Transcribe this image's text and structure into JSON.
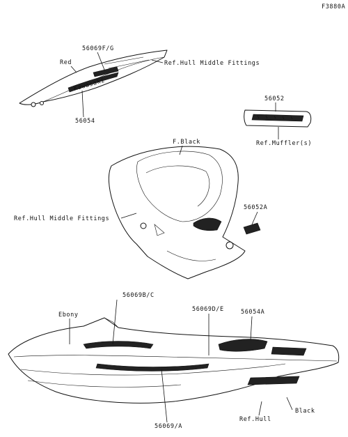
{
  "figure_code": "F3880A",
  "labels": {
    "part_56069FG": "56069F/G",
    "color_red": "Red",
    "ref_hull_middle_fittings_top": "Ref.Hull Middle Fittings",
    "part_56054": "56054",
    "logo_kawasaki": "Kawasaki",
    "part_56052": "56052",
    "ref_muffler": "Ref.Muffler(s)",
    "color_fblack": "F.Black",
    "ref_hull_middle_fittings_left": "Ref.Hull Middle Fittings",
    "part_56052A": "56052A",
    "part_56069BC": "56069B/C",
    "color_ebony": "Ebony",
    "part_56069DE": "56069D/E",
    "part_56054A": "56054A",
    "color_black": "Black",
    "ref_hull": "Ref.Hull",
    "part_56069A": "56069/A"
  }
}
